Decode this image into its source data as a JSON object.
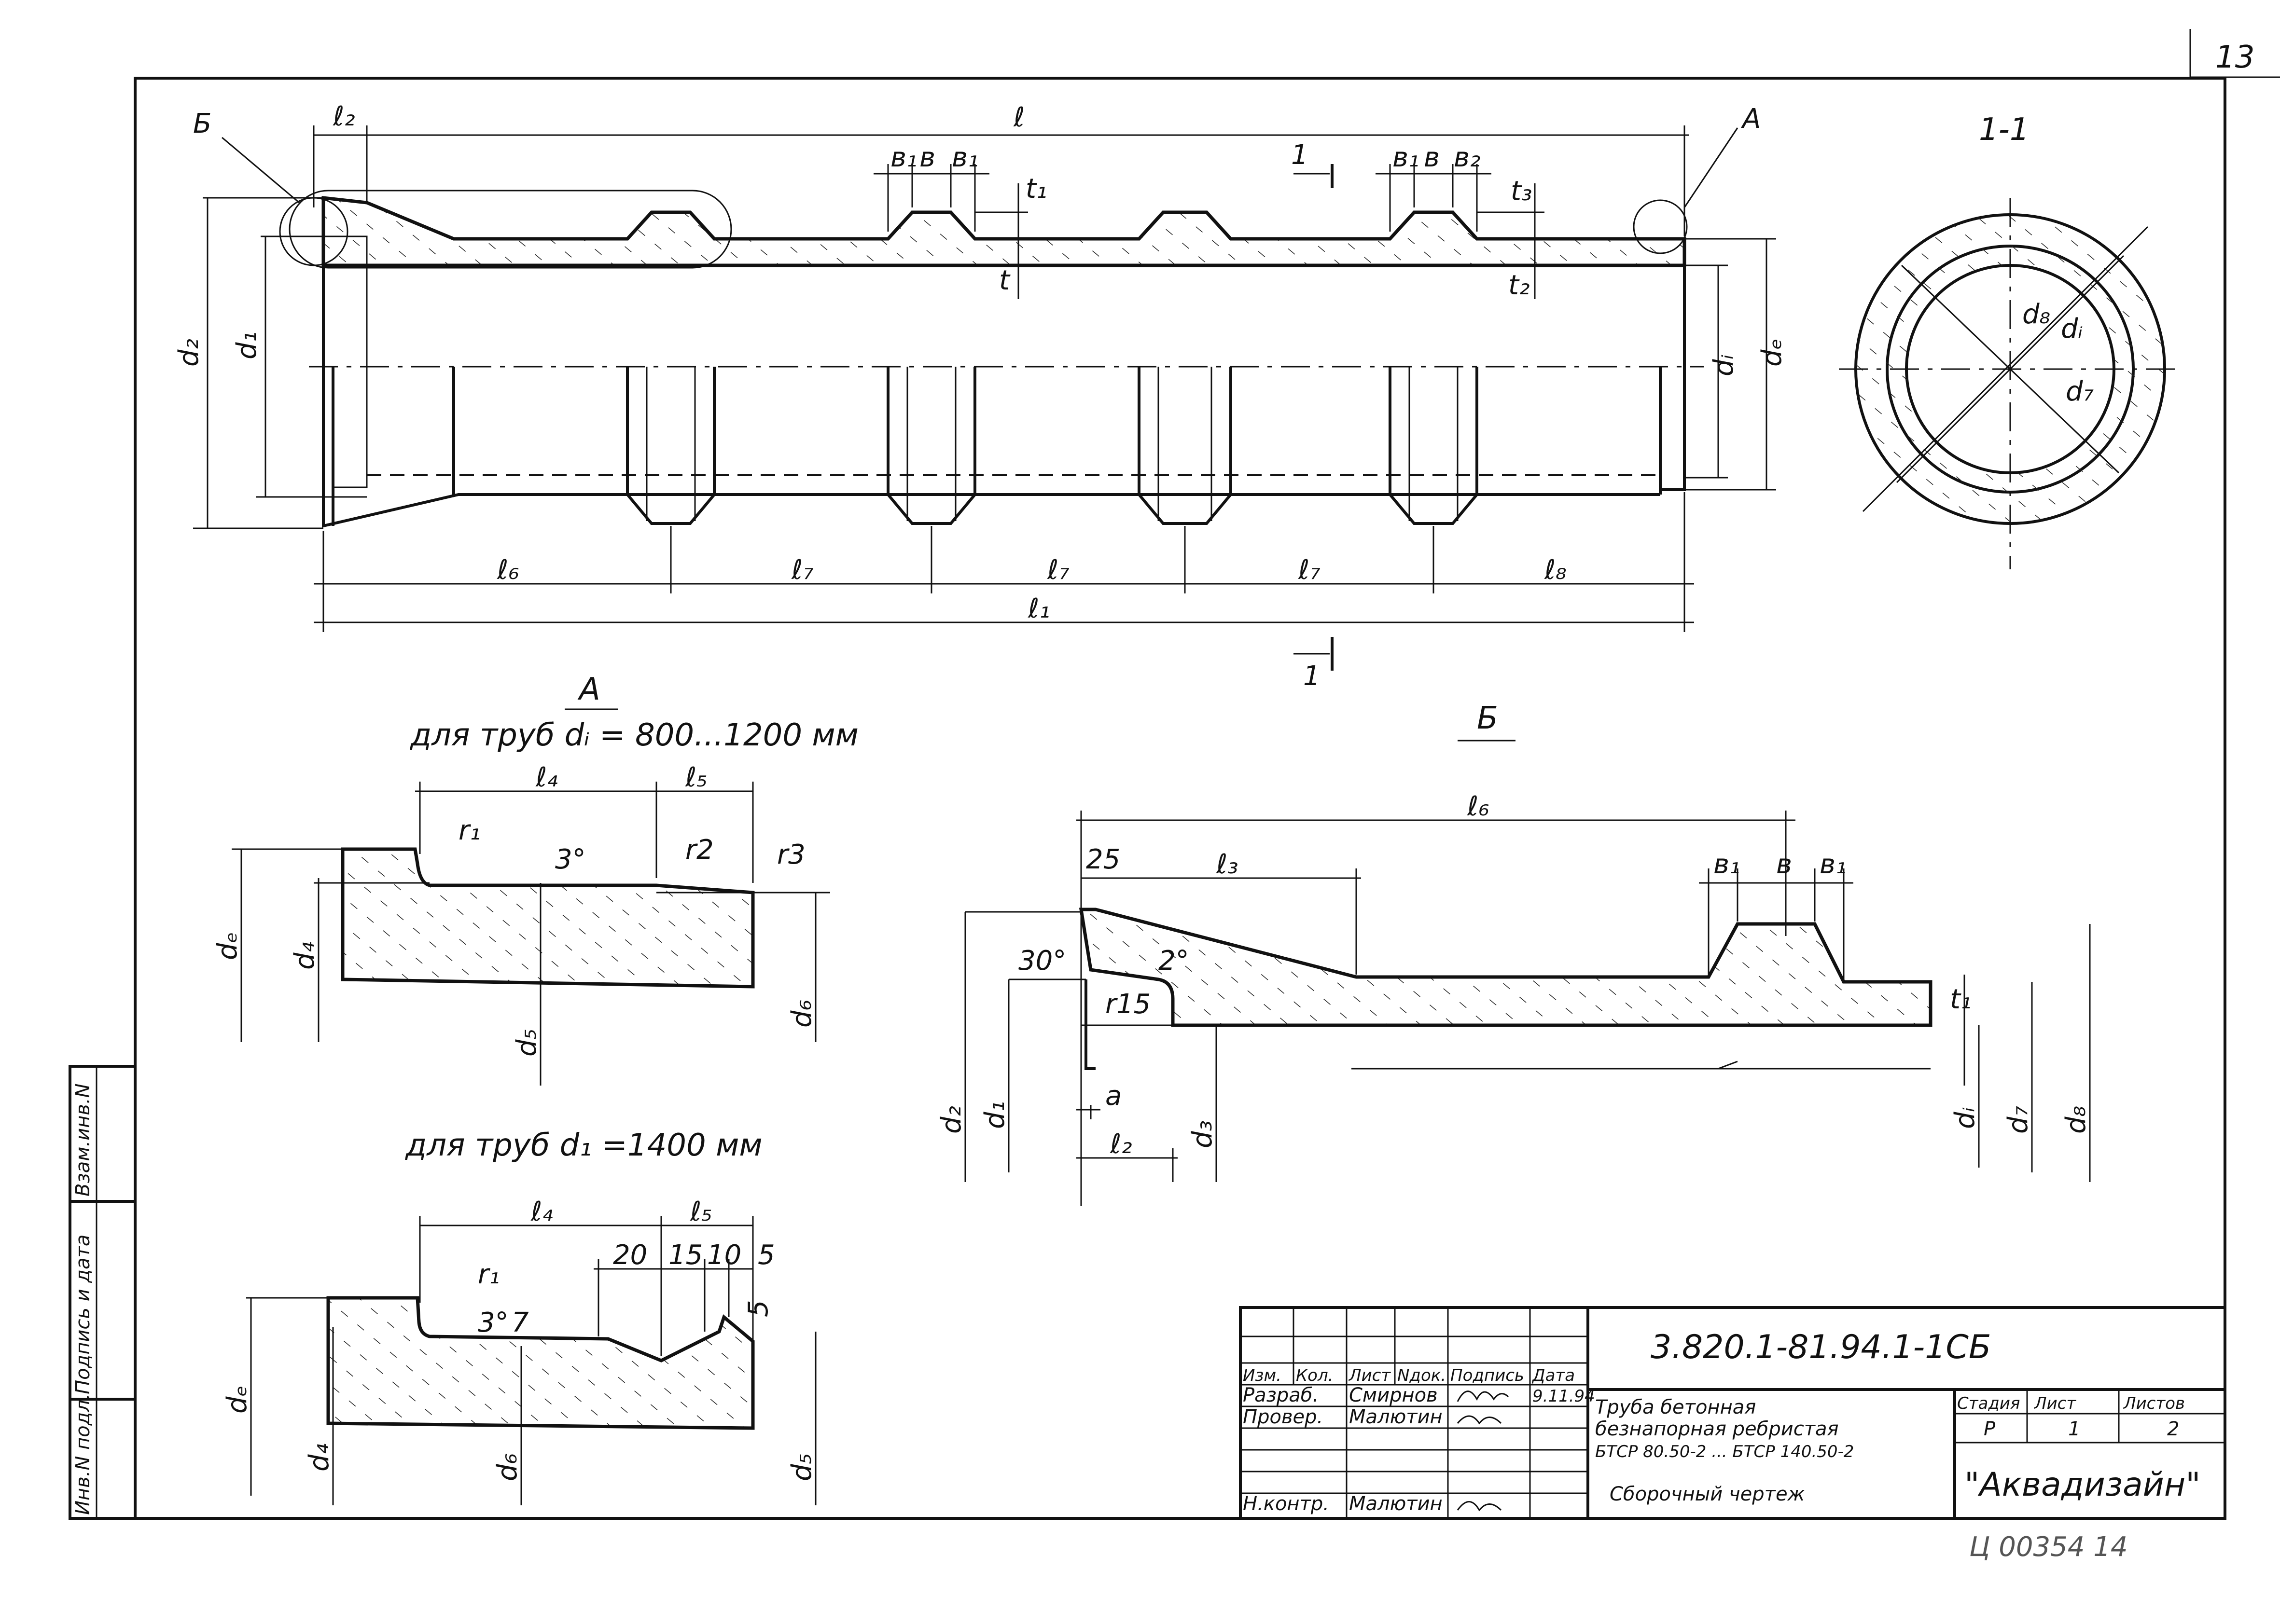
{
  "page_number": "13",
  "archive_stamp": "Ц 00354   14",
  "sheet_code": "3.820.1-81.94.1-1СБ",
  "main_view": {
    "labels": {
      "b_callout": "Б",
      "a_callout": "А",
      "l2": "ℓ₂",
      "l": "ℓ",
      "b1_a": "в₁",
      "b_a": "в",
      "b1_b": "в₁",
      "b1_c": "в₁",
      "b_c": "в",
      "b2_c": "в₂",
      "t1": "t₁",
      "t": "t",
      "t3": "t₃",
      "t2": "t₂",
      "d2": "d₂",
      "d1": "d₁",
      "di": "dᵢ",
      "de": "dₑ",
      "l6": "ℓ₆",
      "l7_a": "ℓ₇",
      "l7_b": "ℓ₇",
      "l7_c": "ℓ₇",
      "l8": "ℓ₈",
      "l1": "ℓ₁",
      "sec_top": "1",
      "sec_bottom": "1"
    }
  },
  "section_view": {
    "title": "1-1",
    "labels": {
      "d8": "d₈",
      "di": "dᵢ",
      "d7": "d₇"
    }
  },
  "detail_a": {
    "title": "А",
    "subtitle": "для труб dᵢ = 800...1200 мм",
    "labels": {
      "l4": "ℓ₄",
      "l5": "ℓ₅",
      "r1": "r₁",
      "r2": "r2",
      "r3": "r3",
      "angle": "3°",
      "de": "dₑ",
      "d4": "d₄",
      "d5": "d₅",
      "d6": "d₆"
    }
  },
  "detail_a2": {
    "subtitle": "для труб d₁ =1400 мм",
    "labels": {
      "l4": "ℓ₄",
      "l5": "ℓ₅",
      "r1": "r₁",
      "angle": "3°",
      "seven": "7",
      "n20": "20",
      "n15": "15",
      "n10": "10",
      "n5a": "5",
      "n5b": "5",
      "de": "dₑ",
      "d4": "d₄",
      "d6": "d₆",
      "d5": "d₅"
    }
  },
  "detail_b": {
    "title": "Б",
    "labels": {
      "l6": "ℓ₆",
      "n25": "25",
      "l3": "ℓ₃",
      "b1a": "в₁",
      "b": "в",
      "b1b": "в₁",
      "a30": "30°",
      "a2": "2°",
      "r15": "r15",
      "t1": "t₁",
      "a": "a",
      "l2": "ℓ₂",
      "d2": "d₂",
      "d1": "d₁",
      "d3": "d₃",
      "di": "dᵢ",
      "d7": "d₇",
      "d8": "d₈"
    }
  },
  "side_stamp": {
    "c1": "Инв.N подл.",
    "c2": "Подпись и дата",
    "c3": "Взам.инв.N"
  },
  "title_block": {
    "headers": [
      "Изм.",
      "Кол.",
      "Лист",
      "Nдок.",
      "Подпись",
      "Дата"
    ],
    "rows": [
      {
        "role": "Разраб.",
        "name": "Смирнов",
        "date": "9.11.94"
      },
      {
        "role": "Провер.",
        "name": "Малютин",
        "date": ""
      },
      {
        "role": "Н.контр.",
        "name": "Малютин",
        "date": ""
      }
    ],
    "title_lines": [
      "Труба          бетонная",
      "безнапорная  ребристая",
      "БТСР 80.50-2 ... БТСР 140.50-2",
      "Сборочный  чертеж"
    ],
    "stage_header": "Стадия",
    "sheet_header": "Лист",
    "sheets_header": "Листов",
    "stage": "Р",
    "sheet": "1",
    "sheets": "2",
    "company": "\"Аквадизайн\""
  }
}
